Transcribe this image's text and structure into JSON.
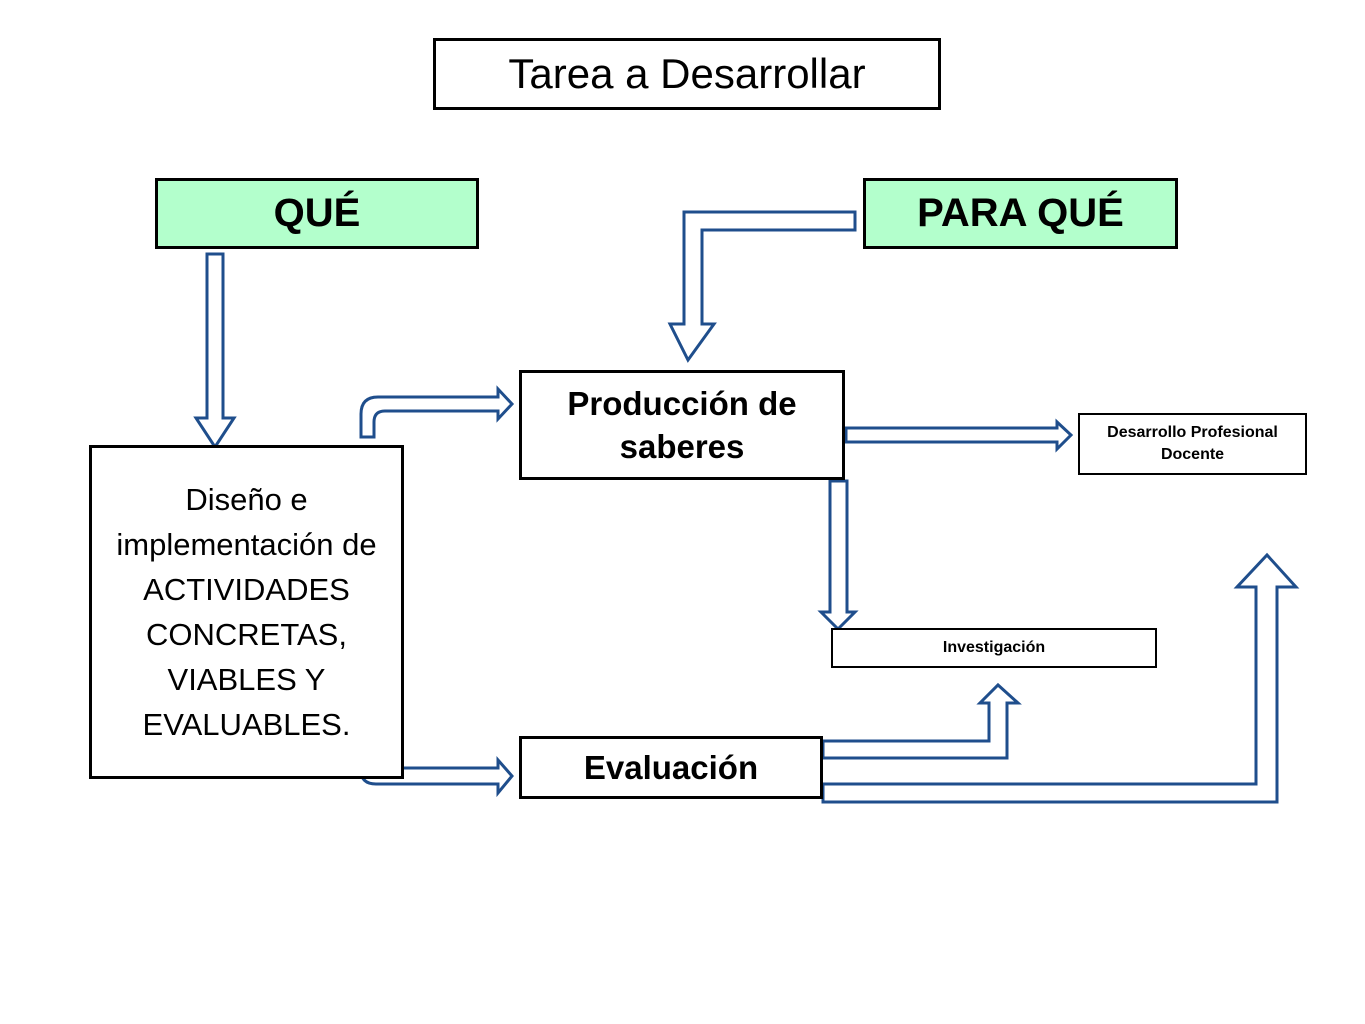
{
  "colors": {
    "arrow": "#1f4e8c",
    "header_fill": "#b3ffcc",
    "box_border": "#000000"
  },
  "diagram": {
    "title": "Tarea a Desarrollar",
    "que": "QUÉ",
    "para_que": "PARA QUÉ",
    "diseno": "Diseño e implementación de ACTIVIDADES CONCRETAS, VIABLES Y EVALUABLES.",
    "produccion": "Producción de saberes",
    "evaluacion": "Evaluación",
    "desarrollo": "Desarrollo Profesional Docente",
    "investigacion": "Investigación"
  },
  "connections": [
    {
      "from": "QUÉ",
      "to": "Diseño e implementación de ACTIVIDADES CONCRETAS, VIABLES Y EVALUABLES."
    },
    {
      "from": "PARA QUÉ",
      "to": "Producción de saberes"
    },
    {
      "from": "Diseño e implementación de ACTIVIDADES CONCRETAS, VIABLES Y EVALUABLES.",
      "to": "Producción de saberes"
    },
    {
      "from": "Diseño e implementación de ACTIVIDADES CONCRETAS, VIABLES Y EVALUABLES.",
      "to": "Evaluación"
    },
    {
      "from": "Producción de saberes",
      "to": "Desarrollo Profesional Docente"
    },
    {
      "from": "Producción de saberes",
      "to": "Investigación"
    },
    {
      "from": "Evaluación",
      "to": "Investigación"
    },
    {
      "from": "Evaluación",
      "to": "Desarrollo Profesional Docente"
    }
  ]
}
